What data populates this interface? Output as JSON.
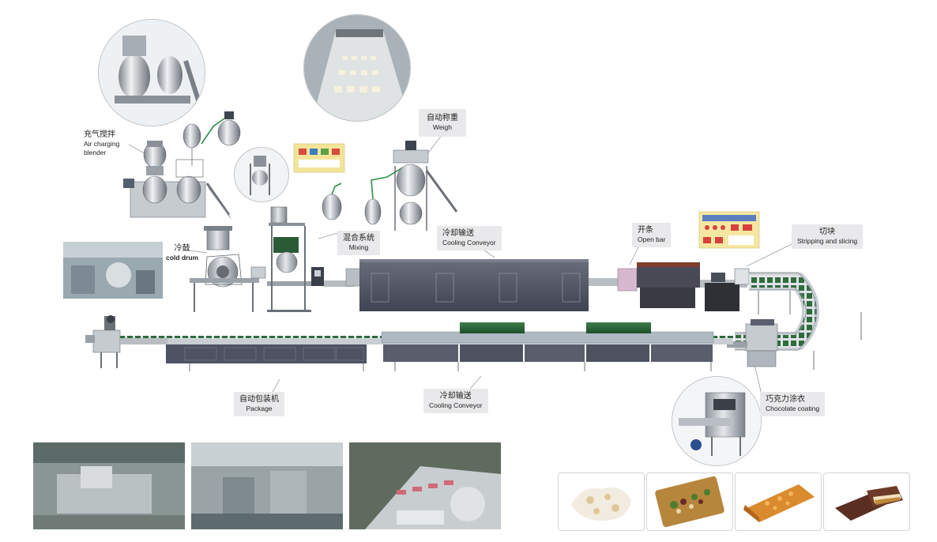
{
  "labels": {
    "air_blender": {
      "zh": "充气搅拌",
      "en1": "Air charging",
      "en2": "blender"
    },
    "cold_drum": {
      "zh": "冷鼓",
      "en": "cold drum"
    },
    "mixing": {
      "zh": "混合系统",
      "en": "Mixing"
    },
    "cooling_top": {
      "zh": "冷却输送",
      "en": "Cooling Conveyor"
    },
    "weigh": {
      "zh": "自动称重",
      "en": "Weigh"
    },
    "open_bar": {
      "zh": "开条",
      "en": "Open bar"
    },
    "stripping": {
      "zh": "切块",
      "en": "Stripping and slicing"
    },
    "package": {
      "zh": "自动包装机",
      "en": "Package"
    },
    "cooling_bottom": {
      "zh": "冷却输送",
      "en": "Cooling Conveyor"
    },
    "chocolate": {
      "zh": "巧克力涂衣",
      "en": "Chocolate coating"
    }
  },
  "colors": {
    "callout_bg": "#e9e9eb",
    "steel": "#b9bec4",
    "steel_dark": "#5a5f6b",
    "tunnel": "#4d5160",
    "green": "#2f6b3c",
    "belt": "#8a8f98"
  }
}
